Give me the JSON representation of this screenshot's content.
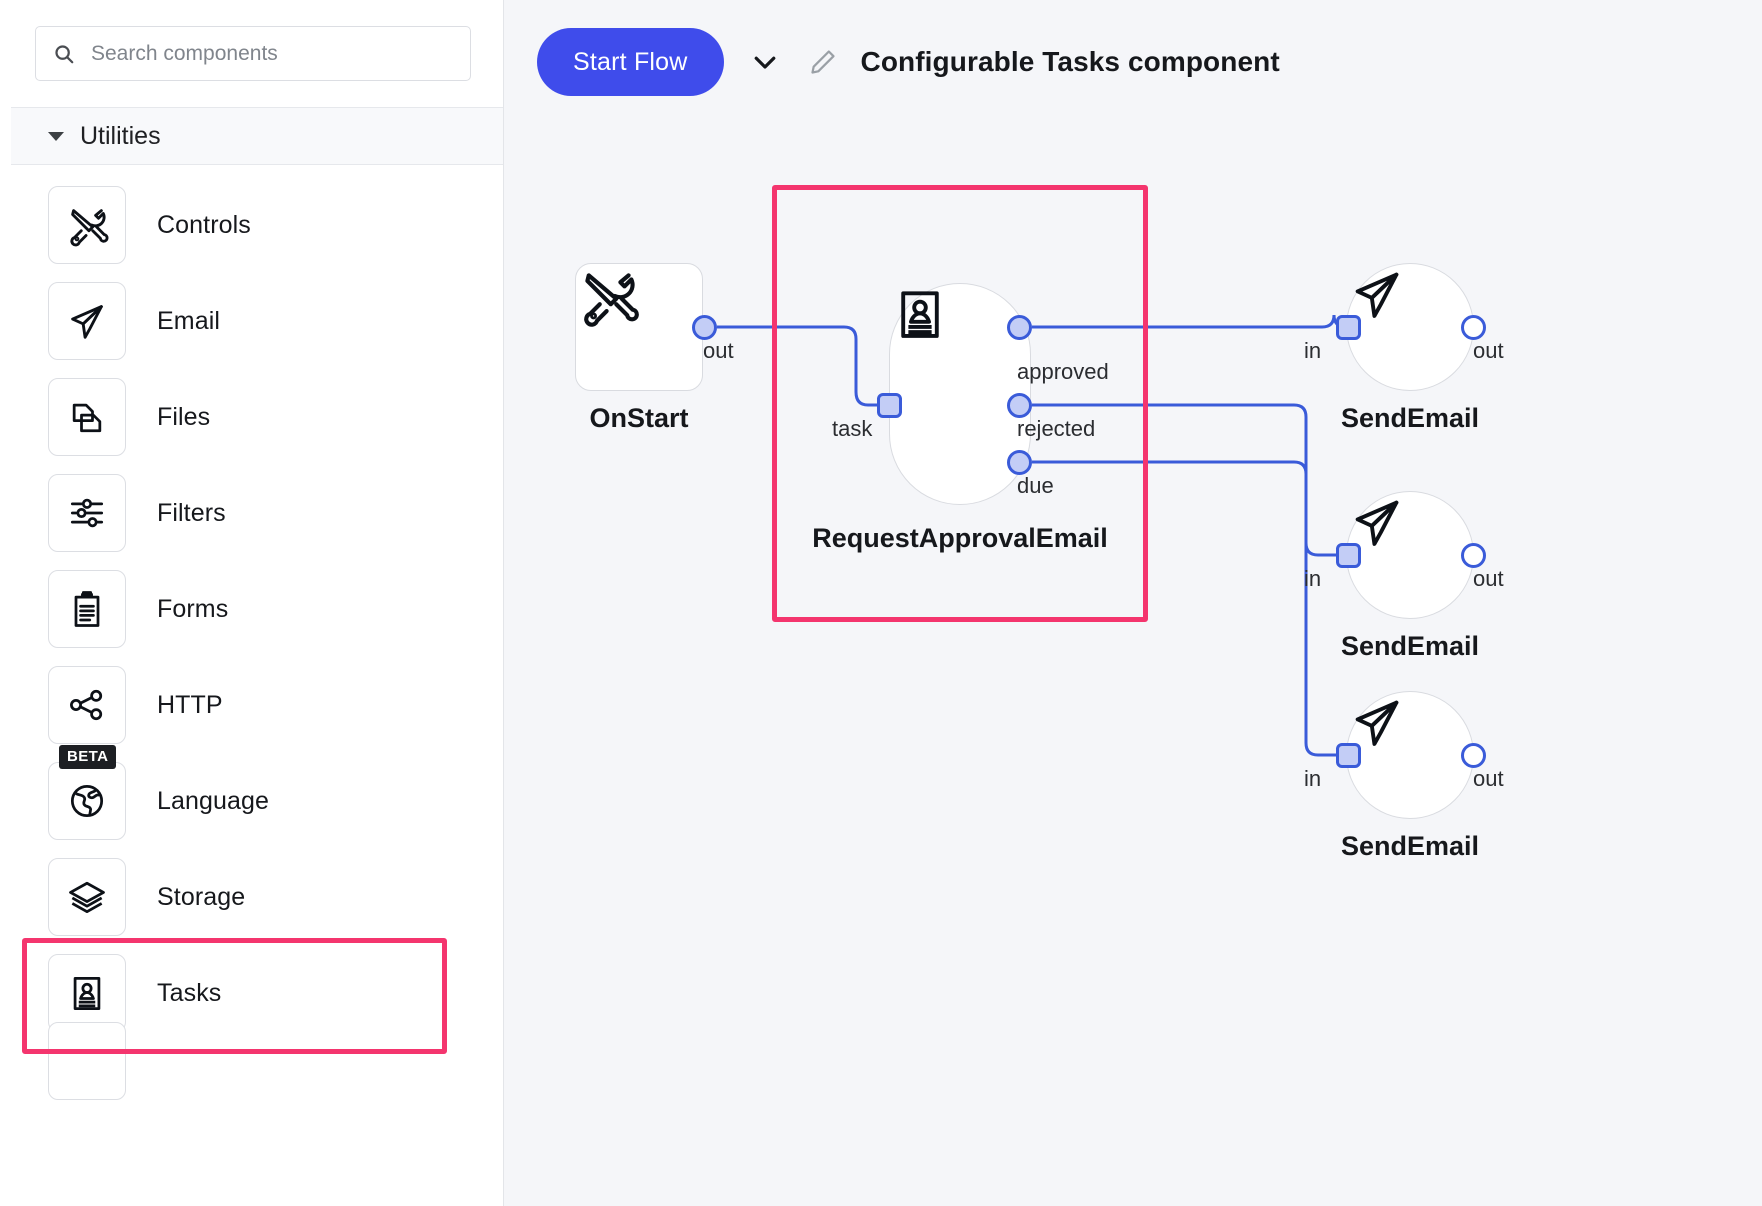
{
  "sidebar": {
    "search": {
      "placeholder": "Search components",
      "value": "",
      "icon": "search-icon"
    },
    "group": {
      "label": "Utilities",
      "expanded": true,
      "caret_icon": "caret-down-icon"
    },
    "items": [
      {
        "label": "Controls",
        "icon": "tools-icon",
        "badge": null,
        "highlighted": false
      },
      {
        "label": "Email",
        "icon": "paper-plane-icon",
        "badge": null,
        "highlighted": false
      },
      {
        "label": "Files",
        "icon": "files-icon",
        "badge": null,
        "highlighted": false
      },
      {
        "label": "Filters",
        "icon": "sliders-icon",
        "badge": null,
        "highlighted": false
      },
      {
        "label": "Forms",
        "icon": "clipboard-icon",
        "badge": null,
        "highlighted": false
      },
      {
        "label": "HTTP",
        "icon": "share-nodes-icon",
        "badge": null,
        "highlighted": false
      },
      {
        "label": "Language",
        "icon": "globe-icon",
        "badge": "BETA",
        "highlighted": false
      },
      {
        "label": "Storage",
        "icon": "layers-icon",
        "badge": null,
        "highlighted": false
      },
      {
        "label": "Tasks",
        "icon": "id-card-icon",
        "badge": null,
        "highlighted": true
      }
    ]
  },
  "toolbar": {
    "start_flow_label": "Start Flow",
    "chevron_icon": "chevron-down-icon",
    "pencil_icon": "pencil-edit-icon",
    "title": "Configurable Tasks component"
  },
  "canvas": {
    "nodes": [
      {
        "id": "onstart",
        "name": "OnStart",
        "shape": "rounded-square",
        "icon": "tools-icon",
        "ports": [
          {
            "label": "out",
            "kind": "output",
            "shape": "circle"
          }
        ]
      },
      {
        "id": "requestapprovalemail",
        "name": "RequestApprovalEmail",
        "shape": "pill",
        "icon": "id-card-icon",
        "highlighted": true,
        "ports": [
          {
            "label": "task",
            "kind": "input",
            "shape": "square"
          },
          {
            "label": "approved",
            "kind": "output",
            "shape": "circle"
          },
          {
            "label": "rejected",
            "kind": "output",
            "shape": "circle"
          },
          {
            "label": "due",
            "kind": "output",
            "shape": "circle"
          }
        ]
      },
      {
        "id": "sendemail-1",
        "name": "SendEmail",
        "shape": "circle",
        "icon": "paper-plane-icon",
        "ports": [
          {
            "label": "in",
            "kind": "input",
            "shape": "square"
          },
          {
            "label": "out",
            "kind": "output",
            "shape": "circle-hollow"
          }
        ]
      },
      {
        "id": "sendemail-2",
        "name": "SendEmail",
        "shape": "circle",
        "icon": "paper-plane-icon",
        "ports": [
          {
            "label": "in",
            "kind": "input",
            "shape": "square"
          },
          {
            "label": "out",
            "kind": "output",
            "shape": "circle-hollow"
          }
        ]
      },
      {
        "id": "sendemail-3",
        "name": "SendEmail",
        "shape": "circle",
        "icon": "paper-plane-icon",
        "ports": [
          {
            "label": "in",
            "kind": "input",
            "shape": "square"
          },
          {
            "label": "out",
            "kind": "output",
            "shape": "circle-hollow"
          }
        ]
      }
    ],
    "edges": [
      {
        "from": "onstart.out",
        "to": "requestapprovalemail.task"
      },
      {
        "from": "requestapprovalemail.approved",
        "to": "sendemail-1.in"
      },
      {
        "from": "requestapprovalemail.rejected",
        "to": "sendemail-2.in"
      },
      {
        "from": "requestapprovalemail.due",
        "to": "sendemail-3.in"
      }
    ]
  },
  "colors": {
    "accent_blue": "#3f4ceb",
    "edge_blue": "#3a5bd9",
    "highlight_pink": "#f4356e",
    "canvas_bg": "#f5f6f9",
    "port_fill": "#c3cdf6"
  }
}
